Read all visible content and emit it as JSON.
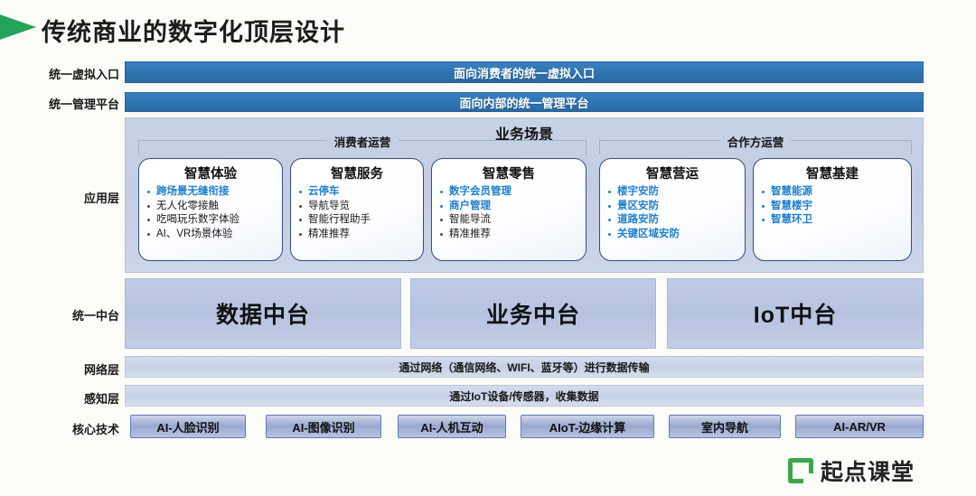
{
  "slide": {
    "title": "传统商业的数字化顶层设计",
    "accent_green": "#25a35a",
    "bar_blue": "#2e74b1",
    "highlight_blue": "#1f7fd0"
  },
  "row_labels": {
    "entry": "统一虚拟入口",
    "management": "统一管理平台",
    "application": "应用层",
    "middle_platform": "统一中台",
    "network": "网络层",
    "perception": "感知层",
    "core_tech": "核心技术"
  },
  "top_bars": {
    "entry": "面向消费者的统一虚拟入口",
    "management": "面向内部的统一管理平台"
  },
  "application_layer": {
    "scene_title": "业务场景",
    "groups": [
      {
        "label": "消费者运营"
      },
      {
        "label": "合作方运营"
      }
    ],
    "boxes": [
      {
        "title": "智慧体验",
        "items": [
          {
            "text": "跨场景无缝衔接",
            "highlight": true
          },
          {
            "text": "无人化零接触",
            "highlight": false
          },
          {
            "text": "吃喝玩乐数字体验",
            "highlight": false
          },
          {
            "text": "AI、VR场景体验",
            "highlight": false
          }
        ]
      },
      {
        "title": "智慧服务",
        "items": [
          {
            "text": "云停车",
            "highlight": true
          },
          {
            "text": "导航导览",
            "highlight": false
          },
          {
            "text": "智能行程助手",
            "highlight": false
          },
          {
            "text": "精准推荐",
            "highlight": false
          }
        ]
      },
      {
        "title": "智慧零售",
        "items": [
          {
            "text": "数字会员管理",
            "highlight": true
          },
          {
            "text": "商户管理",
            "highlight": true
          },
          {
            "text": "智能导流",
            "highlight": false
          },
          {
            "text": "精准推荐",
            "highlight": false
          }
        ]
      },
      {
        "title": "智慧营运",
        "items": [
          {
            "text": "楼宇安防",
            "highlight": true
          },
          {
            "text": "景区安防",
            "highlight": true
          },
          {
            "text": "道路安防",
            "highlight": true
          },
          {
            "text": "关键区域安防",
            "highlight": true
          }
        ]
      },
      {
        "title": "智慧基建",
        "items": [
          {
            "text": "智慧能源",
            "highlight": true
          },
          {
            "text": "智慧楼宇",
            "highlight": true
          },
          {
            "text": "智慧环卫",
            "highlight": true
          }
        ]
      }
    ]
  },
  "middle_platforms": [
    {
      "label": "数据中台"
    },
    {
      "label": "业务中台"
    },
    {
      "label": "IoT中台"
    }
  ],
  "network_layer": "通过网络（通信网络、WIFI、蓝牙等）进行数据传输",
  "perception_layer": "通过IoT设备/传感器，收集数据",
  "core_tech_chips": [
    {
      "label": "AI-人脸识别"
    },
    {
      "label": "AI-图像识别"
    },
    {
      "label": "AI-人机互动"
    },
    {
      "label": "AIoT-边缘计算"
    },
    {
      "label": "室内导航"
    },
    {
      "label": "AI-AR/VR"
    }
  ],
  "logo": {
    "text": "起点课堂",
    "mark": "q-bracket-logo-icon",
    "color": "#3aa84a"
  }
}
